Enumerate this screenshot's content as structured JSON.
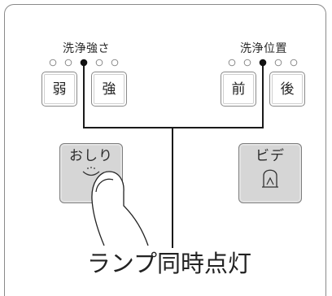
{
  "panel": {
    "strength": {
      "label": "洗浄強さ",
      "level": 3,
      "levels": 5,
      "weak_button": "弱",
      "strong_button": "強"
    },
    "position": {
      "label": "洗浄位置",
      "level": 3,
      "levels": 5,
      "front_button": "前",
      "back_button": "後"
    },
    "oshiri_button": {
      "label": "おしり",
      "icon": "rear-wash-icon"
    },
    "bidet_button": {
      "label": "ビデ",
      "icon": "bidet-icon"
    },
    "hand_icon": "finger-press-icon",
    "callout": "ランプ同時点灯"
  },
  "colors": {
    "panel_border": "#8a8a8a",
    "key_border": "#8a8a8a",
    "mode_button_fill": "#d6d6d6",
    "led_on": "#111111",
    "led_off_stroke": "#8a8a8a",
    "connector_line": "#1a1a1a"
  }
}
